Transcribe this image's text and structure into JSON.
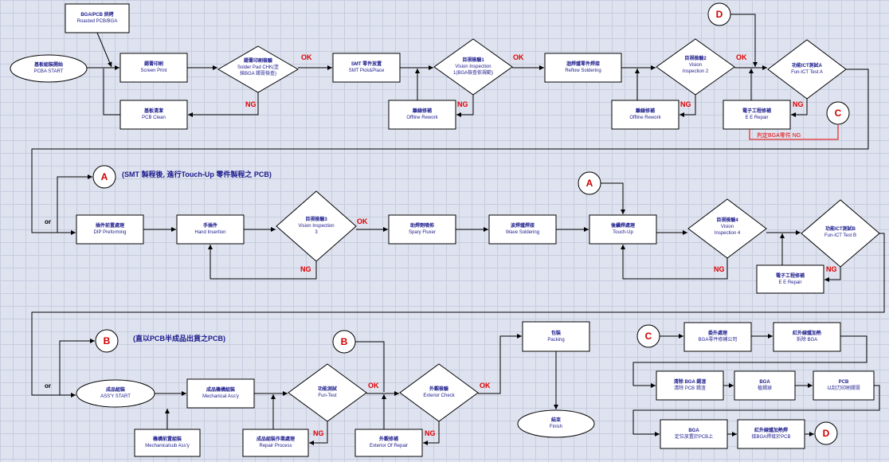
{
  "nodes": [
    {
      "id": "bga_pcb",
      "t1": "BGA/PCB 烘烤",
      "t2": "Roasted PCB/BGA"
    },
    {
      "id": "pcba_start",
      "t1": "基板組裝開始",
      "t2": "PCBA START"
    },
    {
      "id": "screen_print",
      "t1": "錫膏印刷",
      "t2": "Screen Print"
    },
    {
      "id": "solder_chk",
      "t1": "錫膏印刷檢驗",
      "t2": "Solder Pad CHK(塗抹BGA 錫膏檢查)"
    },
    {
      "id": "smt_pick",
      "t1": "SMT 零件放置",
      "t2": "SMT Pick&Place"
    },
    {
      "id": "vi1",
      "t1": "目視檢驗1",
      "t2": "Vision Inspection 1(BGA檢查依規範)"
    },
    {
      "id": "reflow",
      "t1": "迴焊爐零件焊接",
      "t2": "Reflow Soldering"
    },
    {
      "id": "vi2",
      "t1": "目視檢驗2",
      "t2": "Vision Inspection 2"
    },
    {
      "id": "ict_a",
      "t1": "功能ICT測試A",
      "t2": "Fun-ICT Test A"
    },
    {
      "id": "pcb_clean",
      "t1": "基板清潔",
      "t2": "PCB Clean"
    },
    {
      "id": "offline1",
      "t1": "離線修補",
      "t2": "Offline Rework"
    },
    {
      "id": "offline2",
      "t1": "離線修補",
      "t2": "Offline Rework"
    },
    {
      "id": "ee_repair1",
      "t1": "電子工程修補",
      "t2": "E E Repair"
    },
    {
      "id": "dip",
      "t1": "插件前置處理",
      "t2": "DIP Preforming"
    },
    {
      "id": "hand_ins",
      "t1": "手插件",
      "t2": "Hand Insertion"
    },
    {
      "id": "vi3",
      "t1": "目視檢驗3",
      "t2": "Vision Inspection 3"
    },
    {
      "id": "spray",
      "t1": "助焊劑噴佈",
      "t2": "Spary Fluxer"
    },
    {
      "id": "wave",
      "t1": "波焊爐焊接",
      "t2": "Wave Soldering"
    },
    {
      "id": "touchup",
      "t1": "後續焊處理",
      "t2": "Touch-Up"
    },
    {
      "id": "vi4",
      "t1": "目視檢驗4",
      "t2": "Vision Inspection 4"
    },
    {
      "id": "ict_b",
      "t1": "功能ICT測試B",
      "t2": "Fun-ICT Test B"
    },
    {
      "id": "ee_repair2",
      "t1": "電子工程修補",
      "t2": "E E Repair"
    },
    {
      "id": "assy_start",
      "t1": "成品組裝",
      "t2": "ASS'Y START"
    },
    {
      "id": "mech",
      "t1": "成品機構組裝",
      "t2": "Mechanical Ass'y"
    },
    {
      "id": "fun_test",
      "t1": "功能測試",
      "t2": "Fun-Test"
    },
    {
      "id": "ext_check",
      "t1": "外觀檢驗",
      "t2": "Exterior Check"
    },
    {
      "id": "packing",
      "t1": "包裝",
      "t2": "Packing"
    },
    {
      "id": "finish",
      "t1": "結束",
      "t2": "Finish"
    },
    {
      "id": "mech_sub",
      "t1": "機構前置組裝",
      "t2": "Mechanicalsub Ass'y"
    },
    {
      "id": "repair_proc",
      "t1": "成品組裝作業處理",
      "t2": "Repair Process"
    },
    {
      "id": "ext_repair",
      "t1": "外觀修補",
      "t2": "Exterior Of Repair"
    },
    {
      "id": "c1",
      "t1": "委外處理",
      "t2": "BGA零件修補公司"
    },
    {
      "id": "c2",
      "t1": "紅外線爐加熱",
      "t2": "拆除 BGA"
    },
    {
      "id": "c3",
      "t1": "清除 BGA 錫渣",
      "t2": "清除 PCB 錫渣"
    },
    {
      "id": "c4",
      "t1": "BGA",
      "t2": "植錫球"
    },
    {
      "id": "c5",
      "t1": "PCB",
      "t2": "以刮刀印刷錫膏"
    },
    {
      "id": "c6",
      "t1": "BGA",
      "t2": "定位放置於PCB上"
    },
    {
      "id": "c7",
      "t1": "紅外線爐加熱焊",
      "t2": "接BGA焊接於PCB"
    }
  ],
  "labels": {
    "ok": "OK",
    "ng": "NG",
    "or": "or",
    "red_note": "判定BGA零件 NG",
    "note_a": "(SMT 製程後, 進行Touch-Up 零件製程之 PCB)",
    "note_b": "(直以PCB半成品出貨之PCB)"
  },
  "connectors": {
    "A": "A",
    "B": "B",
    "C": "C",
    "D": "D"
  }
}
